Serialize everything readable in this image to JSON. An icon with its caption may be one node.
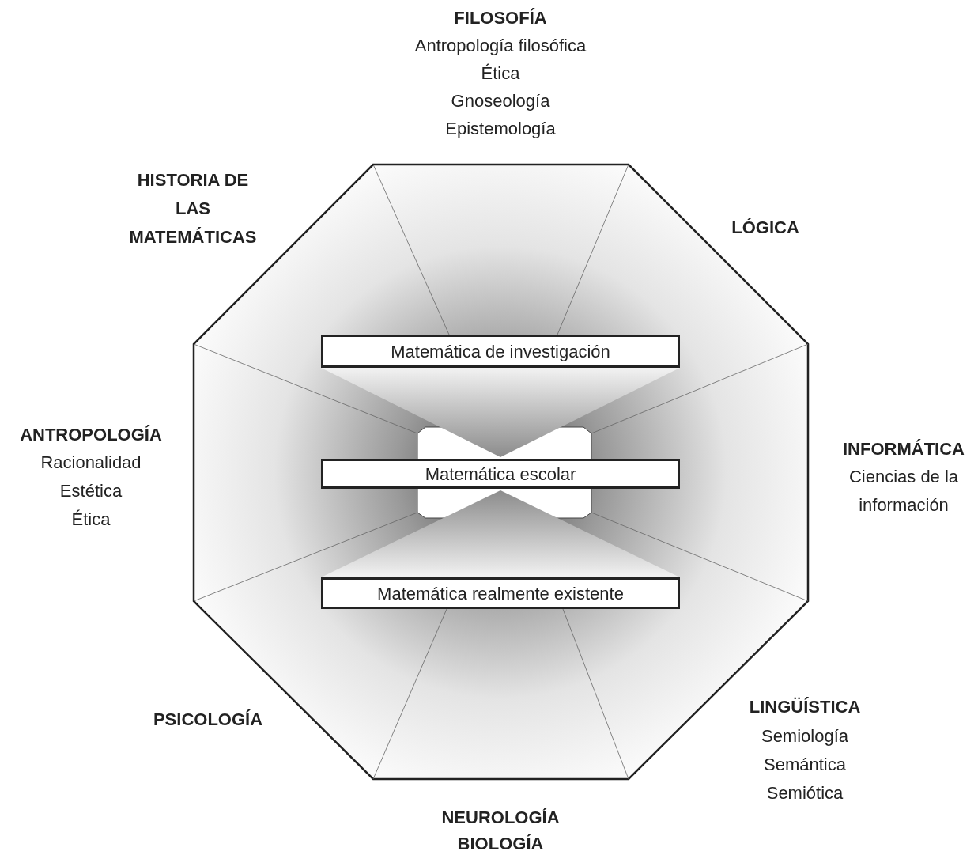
{
  "diagram": {
    "nodes": [
      {
        "text": [
          "Matemática de investigación"
        ]
      },
      {
        "text": [
          "Matemática escolar"
        ]
      },
      {
        "text": [
          "Matemática realmente existente"
        ]
      }
    ],
    "labels": [
      "FILOSOFÍA",
      "Antropología filosófica",
      "Ética",
      "Gnoseología",
      "Epistemología",
      "HISTORIA DE LAS MATEMÁTICAS",
      "LÓGICA",
      "ANTROPOLOGÍA",
      "Racionalidad",
      "Estética",
      "Ética",
      "INFORMÁTICA",
      "Ciencias de la información",
      "PSICOLOGÍA",
      "LINGÜÍSTICA",
      "Semiología",
      "Semántica",
      "Semiótica",
      "NEUROLOGÍA",
      "BIOLOGÍA"
    ]
  }
}
